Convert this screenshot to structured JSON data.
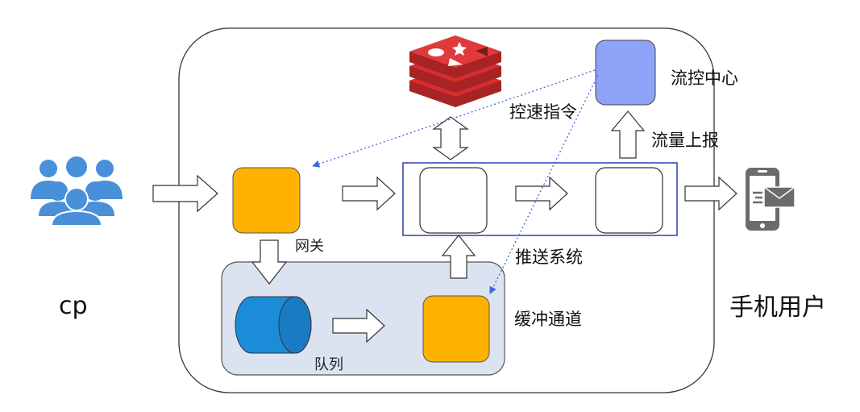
{
  "nodes": {
    "cp": "cp",
    "gateway": "网关",
    "queue": "队列",
    "buffer_channel": "缓冲通道",
    "push_system": "推送系统",
    "flow_control_center": "流控中心",
    "mobile_user": "手机用户"
  },
  "edges": {
    "speed_command": "控速指令",
    "traffic_report": "流量上报"
  },
  "colors": {
    "gateway": "#FFB300",
    "buffer": "#FFB300",
    "queue": "#1A8CD8",
    "flow_control": "#8EA2F8",
    "buffer_panel": "#DCE3F0",
    "push_frame": "#2F3FB5",
    "users": "#4A90D9",
    "redis": "#D62E2E",
    "phone": "#6B6B6B",
    "dotted_arrow": "#3A66E0"
  },
  "icons": [
    "users-icon",
    "redis-icon",
    "phone-message-icon"
  ]
}
